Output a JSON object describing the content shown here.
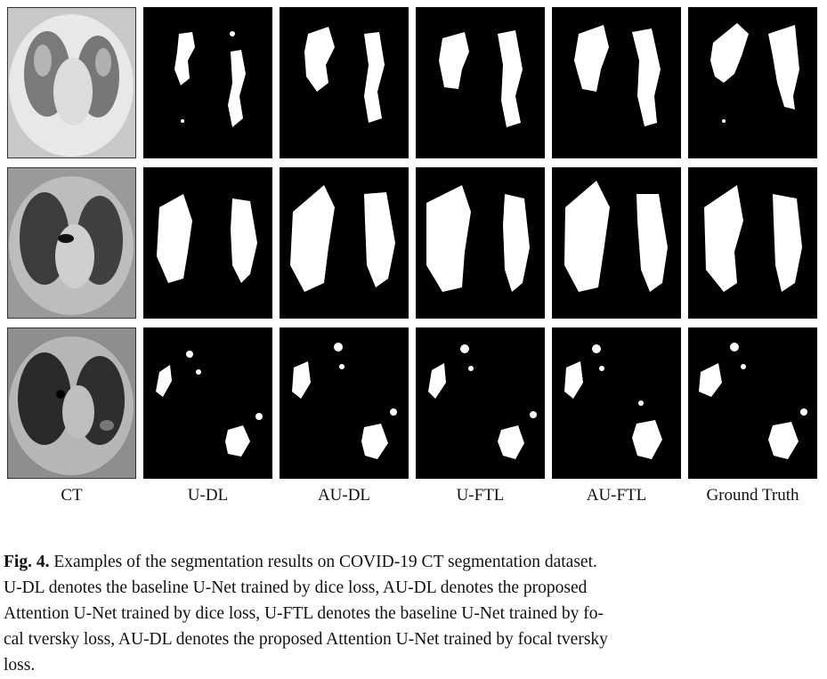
{
  "columns": [
    "CT",
    "U-DL",
    "AU-DL",
    "U-FTL",
    "AU-FTL",
    "Ground Truth"
  ],
  "caption": {
    "label": "Fig. 4.",
    "line1": "Examples of the segmentation results on COVID-19 CT segmentation dataset.",
    "line2": "U-DL denotes the baseline U-Net trained by dice loss, AU-DL denotes the proposed",
    "line3": "Attention U-Net trained by dice loss, U-FTL denotes the baseline U-Net trained by fo-",
    "line4": "cal tversky loss, AU-DL denotes the proposed Attention U-Net trained by focal tversky",
    "line5": "loss."
  }
}
